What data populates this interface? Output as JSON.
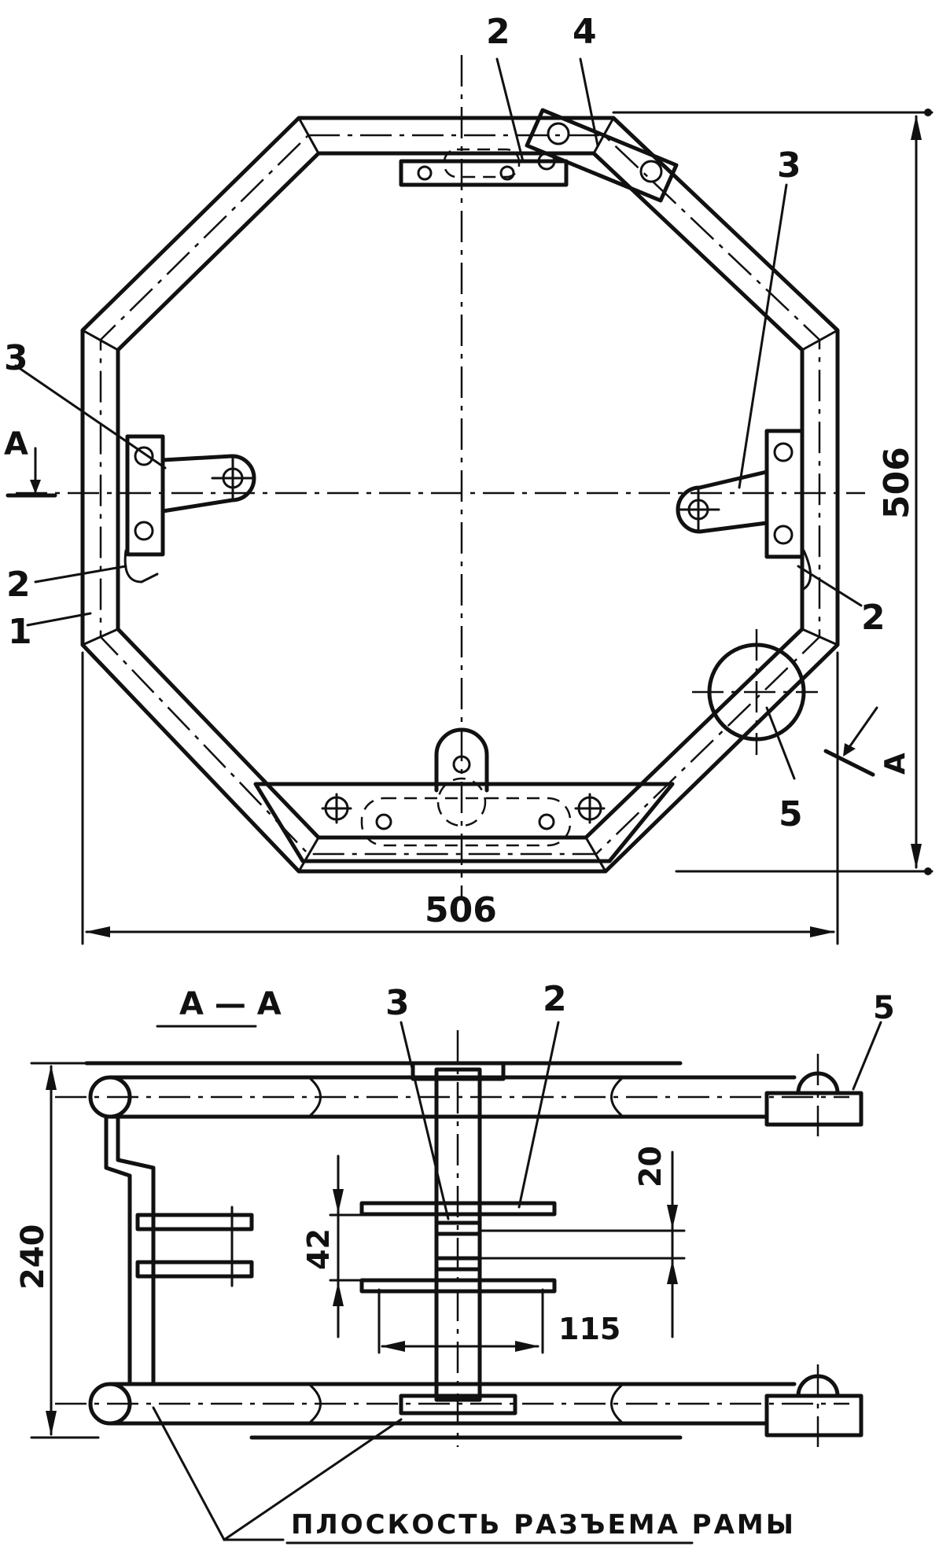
{
  "plan_view": {
    "labels": {
      "p1": "1",
      "p2_top": "2",
      "p2_left": "2",
      "p2_right": "2",
      "p3_left": "3",
      "p3_right": "3",
      "p4": "4",
      "p5": "5"
    },
    "section_marks": {
      "left": "A",
      "right": "A"
    },
    "dimensions": {
      "width": "506",
      "height": "506"
    }
  },
  "section_view": {
    "title": "А — А",
    "labels": {
      "p2": "2",
      "p3": "3",
      "p5": "5"
    },
    "dimensions": {
      "height": "240",
      "d42": "42",
      "d20": "20",
      "d115": "115"
    },
    "caption": "ПЛОСКОСТЬ РАЗЪЕМА РАМЫ"
  }
}
